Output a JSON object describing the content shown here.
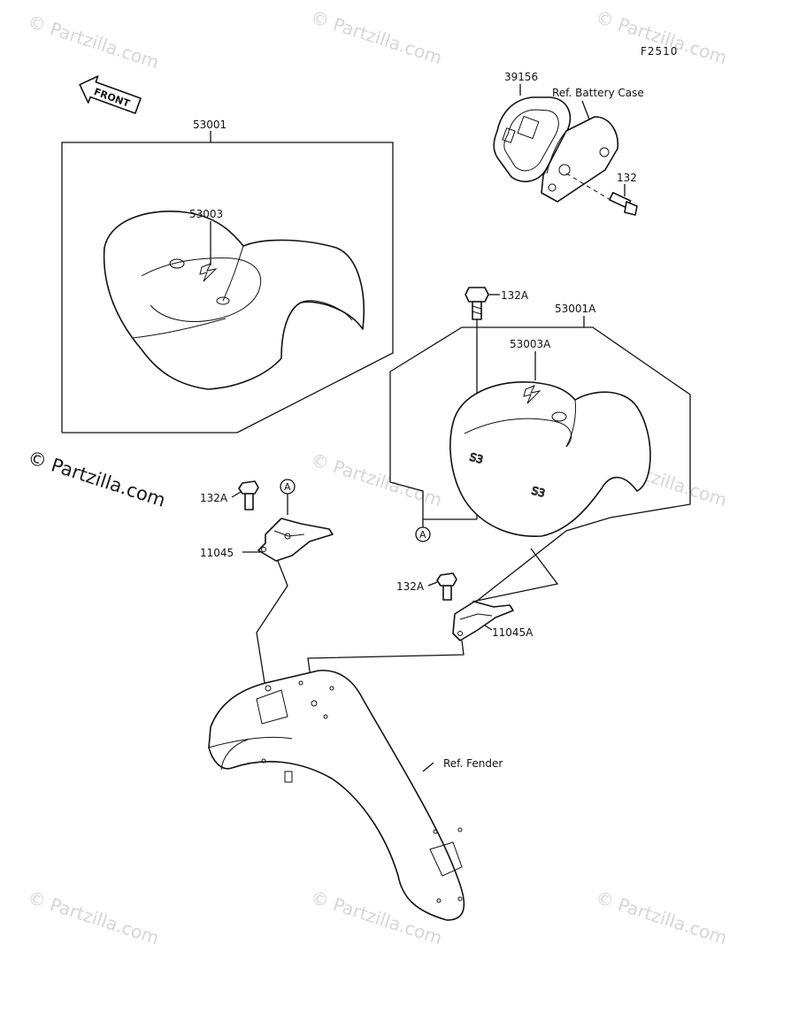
{
  "diagram_code": "F2510",
  "front_label": "FRONT",
  "parts": {
    "seat_assy": "53001",
    "seat_emblem": "53003",
    "seat_assy_a": "53001A",
    "seat_emblem_a": "53003A",
    "tool_case": "39156",
    "battery_case_ref": "Ref. Battery Case",
    "bolt_132": "132",
    "bolt_132a_top": "132A",
    "bolt_132a_left": "132A",
    "bolt_132a_right": "132A",
    "bracket": "11045",
    "bracket_a": "11045A",
    "fender_ref": "Ref. Fender",
    "marker_a_top": "A",
    "marker_a_bottom": "A"
  },
  "watermark": {
    "main": "© Partzilla.com",
    "faint": "© Partzilla.com"
  }
}
